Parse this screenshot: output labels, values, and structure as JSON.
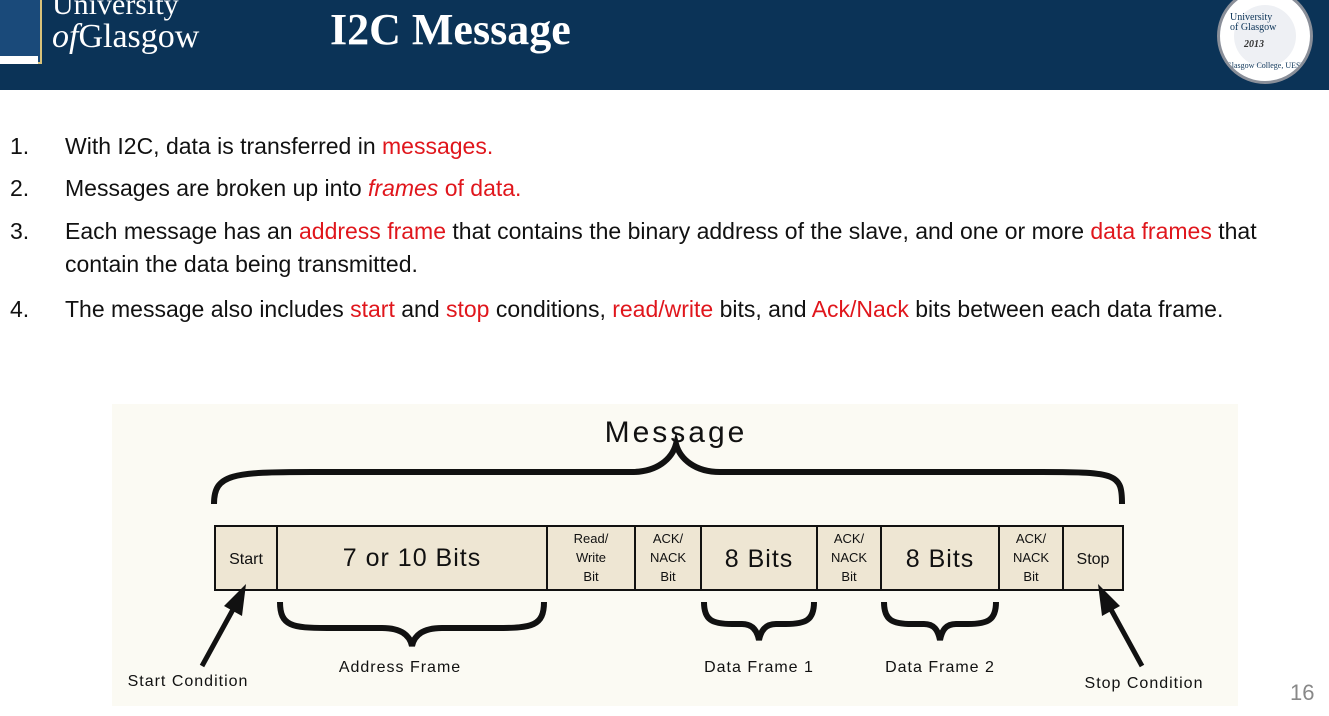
{
  "header": {
    "uni_line1": "University",
    "uni_line2_italic": "of",
    "uni_line2": "Glasgow",
    "title": "I2C Message",
    "badge_uni": "University",
    "badge_uni2": "of Glasgow",
    "badge_year": "2013",
    "badge_ring": "Glasgow College, UESTC"
  },
  "bullets": [
    {
      "num": "1.",
      "parts": [
        {
          "t": "With I2C, data is transferred in ",
          "red": false
        },
        {
          "t": "messages.",
          "red": true
        }
      ]
    },
    {
      "num": "2.",
      "parts": [
        {
          "t": "Messages are broken up into ",
          "red": false
        },
        {
          "t": "frames",
          "red": true,
          "italic": true
        },
        {
          "t": " of data.",
          "red": true
        }
      ]
    },
    {
      "num": "3.",
      "parts": [
        {
          "t": "Each message has an ",
          "red": false
        },
        {
          "t": "address frame",
          "red": true
        },
        {
          "t": " that contains the binary address of the slave, and one or more ",
          "red": false
        },
        {
          "t": "data frames",
          "red": true
        },
        {
          "t": " that contain the data being transmitted.",
          "red": false
        }
      ]
    },
    {
      "num": "4.",
      "parts": [
        {
          "t": " The message also includes ",
          "red": false
        },
        {
          "t": "start",
          "red": true
        },
        {
          "t": " and ",
          "red": false
        },
        {
          "t": "stop",
          "red": true
        },
        {
          "t": " conditions, ",
          "red": false
        },
        {
          "t": "read/write",
          "red": true
        },
        {
          "t": " bits, and ",
          "red": false
        },
        {
          "t": "Ack/Nack",
          "red": true
        },
        {
          "t": " bits between each data frame.",
          "red": false
        }
      ]
    }
  ],
  "diagram": {
    "message_label": "Message",
    "cells": {
      "start": "Start",
      "address": "7 or 10 Bits",
      "rw1": "Read/",
      "rw2": "Write",
      "rw3": "Bit",
      "ack1_1": "ACK/",
      "ack1_2": "NACK",
      "ack1_3": "Bit",
      "data1": "8 Bits",
      "ack2_1": "ACK/",
      "ack2_2": "NACK",
      "ack2_3": "Bit",
      "data2": "8 Bits",
      "ack3_1": "ACK/",
      "ack3_2": "NACK",
      "ack3_3": "Bit",
      "stop": "Stop"
    },
    "labels": {
      "start_condition": "Start Condition",
      "address_frame": "Address Frame",
      "data_frame_1": "Data Frame 1",
      "data_frame_2": "Data Frame 2",
      "stop_condition": "Stop Condition"
    },
    "colors": {
      "cell_fill": "#eee6d3",
      "stroke": "#111111",
      "background": "#fbfaf3"
    }
  },
  "slide_number": "16"
}
